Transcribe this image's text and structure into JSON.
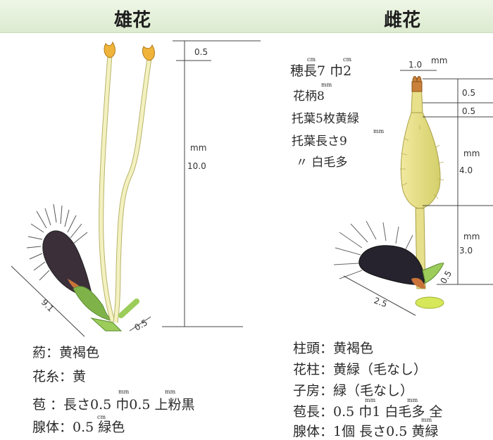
{
  "header": {
    "male_title": "雄花",
    "female_title": "雌花"
  },
  "male": {
    "dims": {
      "top": "0.5",
      "unit_mm": "mm",
      "main": "10.0",
      "side": "0.5",
      "bract": "9.1"
    },
    "notes": [
      "葯：黄褐色",
      "花糸：黄",
      "苞 ：長さ0.5  巾0.5  上粉黒",
      "腺体：0.5 緑色"
    ],
    "note_units": [
      "mm",
      "mm",
      "cm"
    ]
  },
  "female": {
    "spec": [
      "穂長7  巾2",
      "花柄8",
      "托葉5枚黄緑",
      "托葉長さ9",
      "〃  白毛多"
    ],
    "spec_units": [
      "cm",
      "cm",
      "mm",
      "mm"
    ],
    "dims": {
      "width": "1.0",
      "width_unit": "mm",
      "d1": "0.5",
      "d2": "0.5",
      "unit_mm": "mm",
      "d3": "4.0",
      "d4": "3.0",
      "d5": "0.5",
      "bract": "2.5"
    },
    "notes": [
      "柱頭：黄褐色",
      "花柱：黄緑（毛なし）",
      "子房：緑（毛なし）",
      "苞長：0.5  巾1  白毛多 全",
      "腺体：1個 長さ0.5 黄緑"
    ],
    "note_units": [
      "mm",
      "mm",
      "mm"
    ]
  }
}
